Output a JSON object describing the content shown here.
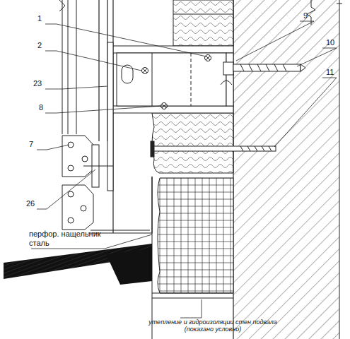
{
  "diagram": {
    "labels": [
      "1",
      "2",
      "23",
      "8",
      "7",
      "26",
      "9",
      "10",
      "11",
      "перфор. нащельник сталь",
      "утепление и гидроизоляции стен подвала (показано условно)"
    ]
  }
}
